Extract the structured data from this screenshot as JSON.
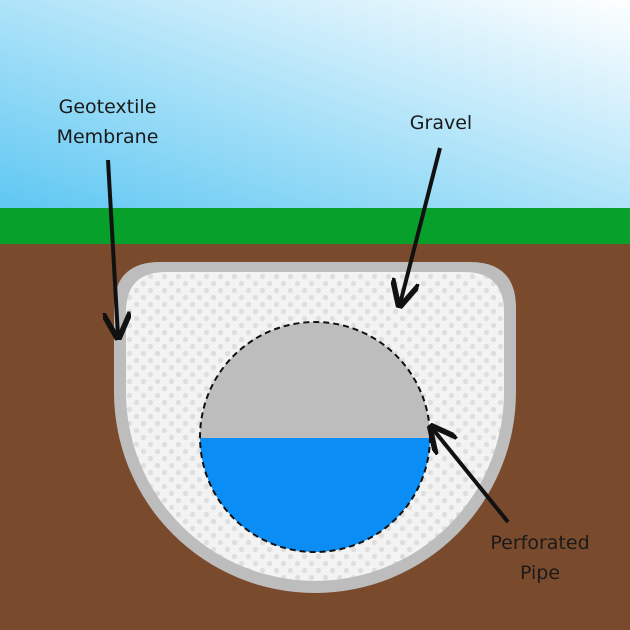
{
  "labels": {
    "geotextile_line1": "Geotextile",
    "geotextile_line2": "Membrane",
    "gravel": "Gravel",
    "pipe_line1": "Perforated",
    "pipe_line2": "Pipe"
  },
  "colors": {
    "sky_top": "#5ec7f2",
    "sky_bottom": "#ffffff",
    "grass": "#06a02a",
    "soil": "#7a4a2d",
    "membrane": "#bdbdbd",
    "gravel_fill": "#f3f3f3",
    "gravel_dot": "#dedede",
    "pipe_air": "#bdbdbd",
    "water": "#0a8ef5",
    "arrow": "#111111"
  }
}
